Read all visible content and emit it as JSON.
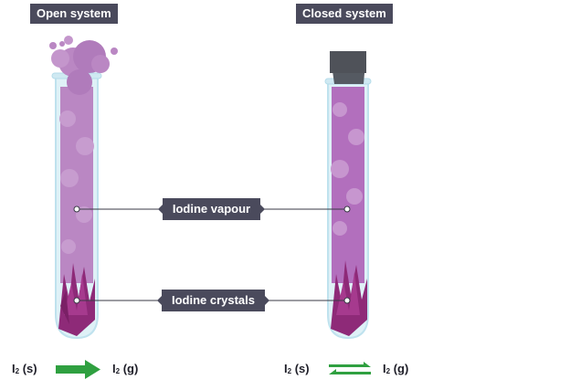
{
  "open_title": "Open system",
  "closed_title": "Closed system",
  "vapour_label": "Iodine vapour",
  "crystals_label": "Iodine crystals",
  "open_eq": {
    "left_sym": "I",
    "left_sub": "2",
    "left_state": "(s)",
    "right_sym": "I",
    "right_sub": "2",
    "right_state": "(g)"
  },
  "closed_eq": {
    "left_sym": "I",
    "left_sub": "2",
    "left_state": "(s)",
    "right_sym": "I",
    "right_sub": "2",
    "right_state": "(g)"
  },
  "colors": {
    "label_bg": "#4a4a5c",
    "vapour": "#b985c1",
    "crystal": "#8e2a78",
    "tube": "#d4ecf4",
    "arrow": "#2fa040",
    "stopper": "#555a62"
  }
}
